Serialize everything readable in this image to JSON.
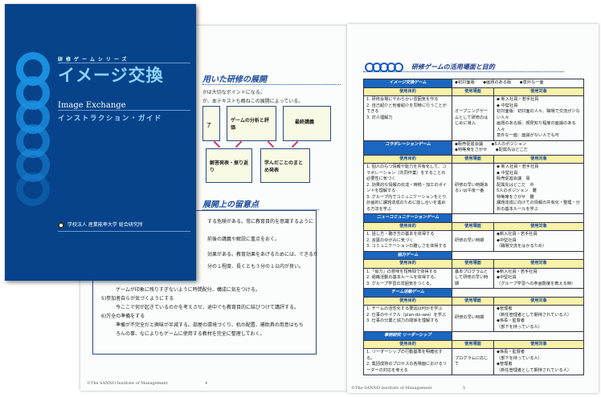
{
  "cover": {
    "series": "研修ゲームシリーズ",
    "title": "イメージ交換",
    "english_title": "Image Exchange",
    "subtitle": "インストラクション・ガイド",
    "publisher": "学校法人 産業能率大学 総合研究所"
  },
  "left_page": {
    "section1_title": "用いた研修の展開",
    "line1": "かは大切なポイントになる。",
    "line2": "が、本テキストも概ねこの展開によっている。",
    "flow_boxes": [
      "了",
      "ゲームの分析と評価",
      "最終講義",
      "解答発表・振り返り",
      "学んだことのまとめ発表"
    ],
    "section2_title": "展開上の留意点",
    "notes": [
      "する危険がある。常に教育目的を意識するように",
      "前後の講義や解説に重点をおく。",
      "効果がある。教育効果をあげるためには、できるだ",
      "分の１程度、長くとも３分の１以内が良い。",
      "ゲームが印象に残りすぎないように時間配分、構成に気をつける。",
      "5)参加者自らが気づくようにする",
      "今ここで何が起きているのかを考えさせ、途中でも教育目的に結びつけて講評する。",
      "6)万全の準備をする",
      "準備が不完全だと興味が半減する。部屋の環境づくり、机の配置、補助具の用意はもちろんの事、なによりもゲームに使用する教材を完全に整理しておく。"
    ],
    "footer": "©The SANNO Institute of Management",
    "page_number": "4"
  },
  "right_page": {
    "title": "研修ゲームの活用場面と目的",
    "col_headers": [
      "使用目的",
      "使用場面",
      "使用対象"
    ],
    "games": [
      {
        "name": "イメージ交換ゲーム",
        "options": "◆初対面版　　◆画題のある版　　◆意外な一面",
        "purpose": [
          "1. 研修会場にやわらかい雰囲気を作る",
          "2. 自己紹介と他者紹介を同時に行うことができる",
          "3. 対人理解力"
        ],
        "scene": "オープニングゲームとして研修のはじめに導入",
        "target": [
          "◆ 新入社員・若手社員",
          "◆ 中堅社員",
          "初対面版：初対面の人々、職場で交流が少ない人々",
          "画題のある版：顔見知り程度の面識のある人々",
          "意外な一面：面識がない人でも可"
        ]
      },
      {
        "name": "コラボレーションゲーム",
        "options": "◆販売促進会議　　◆5人のポジション\n◆特等席をさがせ　　◆配属先はどこだ",
        "purpose": [
          "1. 個人のもつ情報や能力を共有化して、コラボレーション（共同作業）をすることの必要性に気づく",
          "2. 効果的な情報の伝達・時検・加工のポイントを理解する",
          "3. グループ内でコミュニケーションをとり計画的に課題達成のために話し合いを進める方法を学ぶ"
        ],
        "scene": "研修の早い時期あるいは午後一番",
        "target": [
          "◆ 新入社員・若手社員",
          "◆ 中堅社員",
          "販売促進会議　易",
          "配属先はどこだ　中",
          "5人のポジション　難",
          "特等席をさがせ　難",
          "課題達成に向けての情報の共有化・整理・分析の基本ルールを学ぶ"
        ]
      },
      {
        "name": "ニューコミュニケーションゲーム",
        "options": "",
        "purpose": [
          "1. 話し方・聴き方の基本を体得する",
          "2. 言葉のゆがみに気づく",
          "3. コミュニケーションの難しさを体得する"
        ],
        "scene": "研修の早い時期",
        "target": [
          "◆新入社員・若手社員",
          "◆中堅社員",
          "（職場交流をはかるため）"
        ]
      },
      {
        "name": "協力ゲーム",
        "options": "",
        "purpose": [
          "1.「協力」の意味を短時間で体得する",
          "2. 組織活動の基本ルールを体得する。",
          "3. グループ学習の雰囲気をつくる。"
        ],
        "scene": "基本プログラムとして研修の早い時期",
        "target": [
          "◆新入社員・若手社員",
          "◆中堅社員",
          "（グループ学習への参画態度を教える時）"
        ]
      },
      {
        "name": "チーム活動ゲーム",
        "options": "",
        "purpose": [
          "1. チームの活性化する要因は何かを学ぶ",
          "2. 仕事のサイクル（plan-do-see）を学ぶ",
          "3. 仕事の分業と協力の関係を理解する"
        ],
        "scene": "研修の早い時期",
        "target": [
          "◆管理者",
          "（新任管理者として期待されている人）",
          "◆係長・監督者",
          "（部下を持っている人）"
        ]
      },
      {
        "name": "事例研究 リーダーシップ",
        "options": "",
        "purpose": [
          "1. リーダーシップの行動基準を明確化する。",
          "2. 集団成熟のプロセスの各場面におけるリーダーの対応を考える"
        ],
        "scene": "プログラムに応じて",
        "target": [
          "◆係長・監督者",
          "（部下を持っている人）",
          "◆管理者",
          "（新任管理者として期待されている人）"
        ]
      }
    ],
    "footer": "©The SANNO Institute of Management",
    "page_number": "5"
  }
}
